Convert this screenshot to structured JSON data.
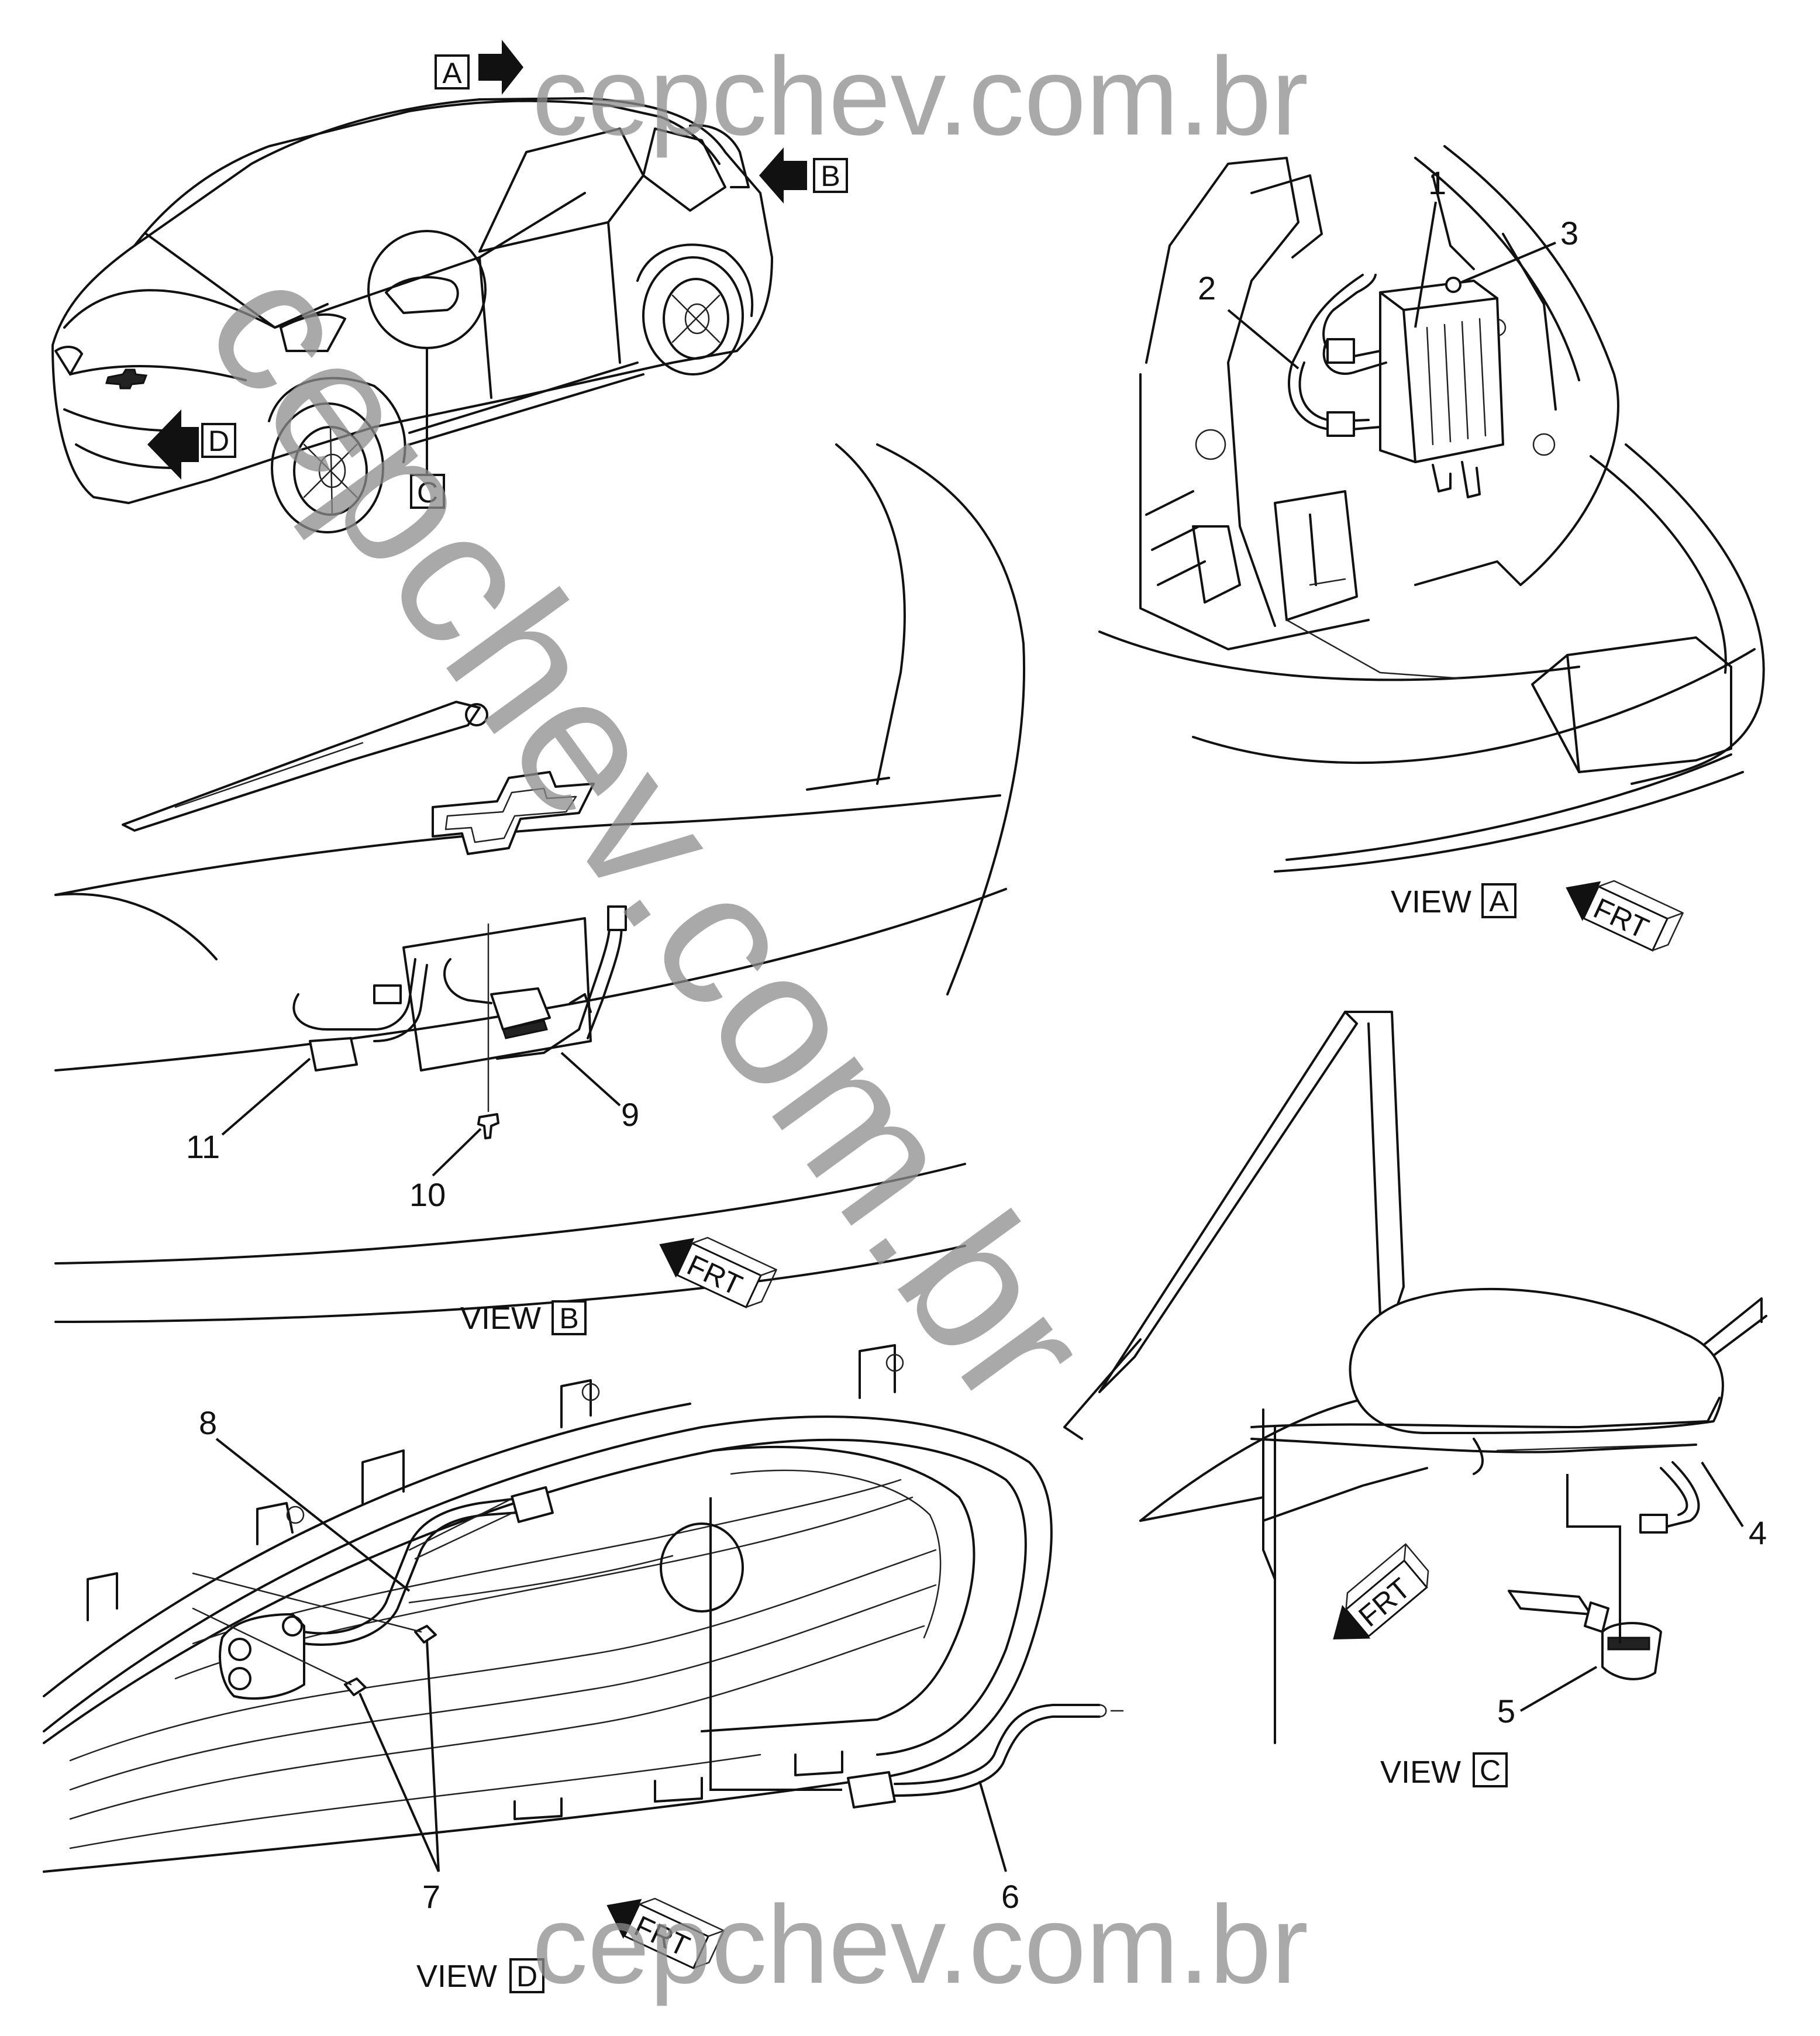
{
  "watermark": {
    "top": "cepchev.com.br",
    "diagonal": "cepchev.com.br",
    "bottom": "cepchev.com.br"
  },
  "overview": {
    "arrows": [
      "A",
      "B",
      "C",
      "D"
    ]
  },
  "views": {
    "a": {
      "word": "VIEW",
      "letter": "A"
    },
    "b": {
      "word": "VIEW",
      "letter": "B"
    },
    "c": {
      "word": "VIEW",
      "letter": "C"
    },
    "d": {
      "word": "VIEW",
      "letter": "D"
    }
  },
  "front_indicator": "FRT",
  "callouts": [
    "1",
    "2",
    "3",
    "4",
    "5",
    "6",
    "7",
    "8",
    "9",
    "10",
    "11"
  ]
}
